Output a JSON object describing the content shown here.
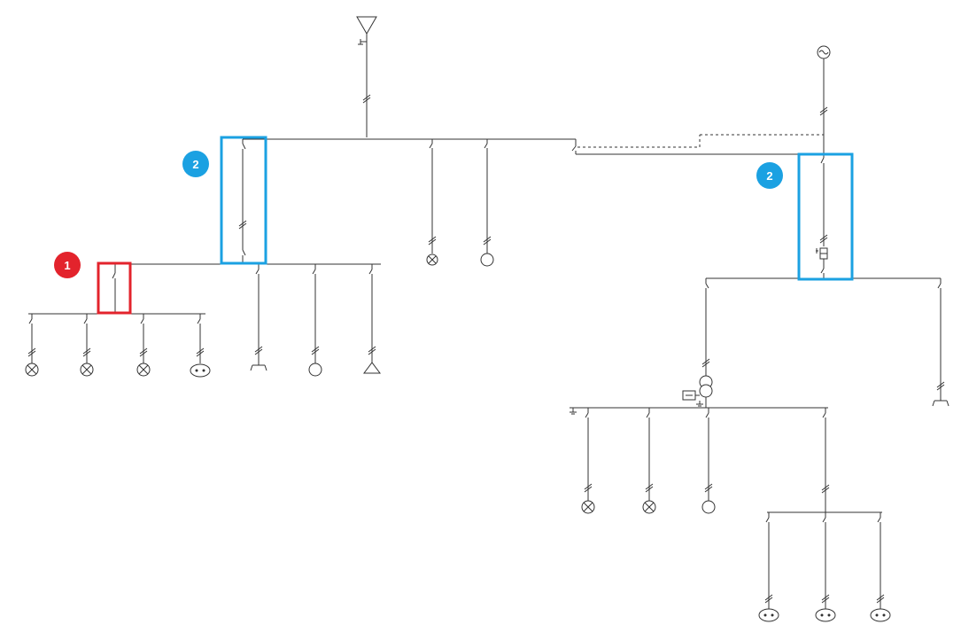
{
  "colors": {
    "red": "#e3232c",
    "blue": "#1ba1e2",
    "line": "#333333"
  },
  "callouts": [
    {
      "id": "callout-1",
      "label": "1",
      "color": "red"
    },
    {
      "id": "callout-2-left",
      "label": "2",
      "color": "blue"
    },
    {
      "id": "callout-2-right",
      "label": "2",
      "color": "blue"
    }
  ],
  "symbols": {
    "top_source": "antenna-icon",
    "right_source": "ac-generator-icon",
    "lamp": "lamp-icon",
    "motor": "motor-icon",
    "socket": "socket-icon",
    "transformer": "transformer-icon",
    "ground": "ground-icon",
    "fuse": "fuse-icon",
    "switch": "switch-icon"
  }
}
